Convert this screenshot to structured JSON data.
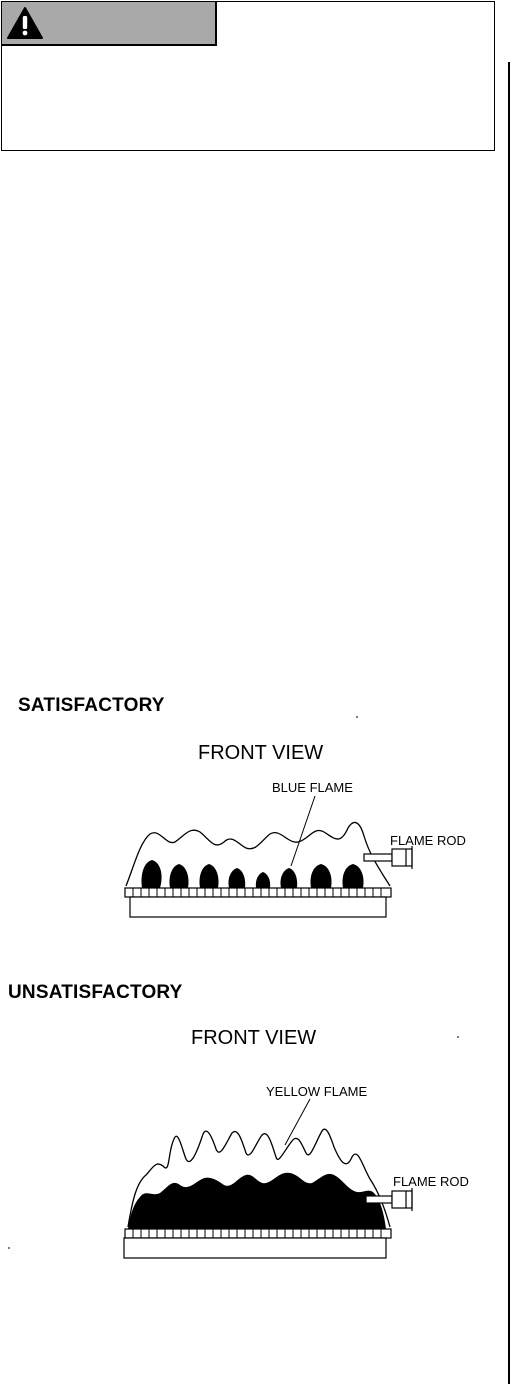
{
  "satisfactory": {
    "heading": "SATISFACTORY",
    "view_title": "FRONT VIEW",
    "flame_label": "BLUE  FLAME",
    "rod_label": "FLAME ROD"
  },
  "unsatisfactory": {
    "heading": "UNSATISFACTORY",
    "view_title": "FRONT VIEW",
    "flame_label": "YELLOW FLAME",
    "rod_label": "FLAME ROD"
  },
  "colors": {
    "warning_header": "#a9a9a9",
    "ink": "#000000"
  },
  "icons": {
    "warning": "warning-triangle-icon"
  }
}
